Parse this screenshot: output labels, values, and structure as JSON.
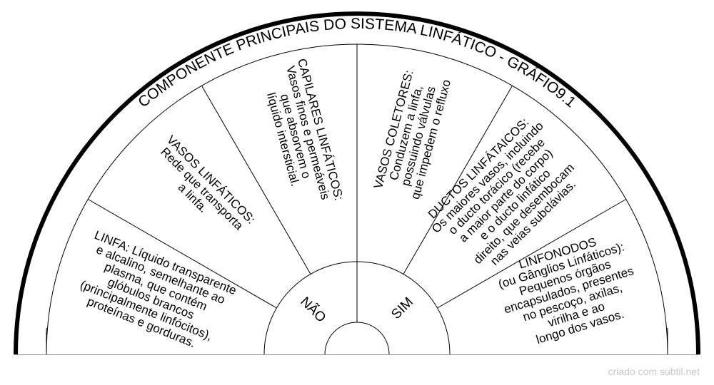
{
  "title": "COMPONENTE PRINCIPAIS DO SISTEMA LINFÁTICO - GRÁFIO9.1",
  "inner": {
    "left": "NÃO",
    "right": "SIM"
  },
  "sectors": [
    {
      "lines": [
        "LINFA: Líquido transparente",
        "e alcalino, semelhante ao",
        "plasma, que contém",
        "glóbulos brancos",
        "(principalmente linfócitos),",
        "proteínas e gorduras."
      ]
    },
    {
      "lines": [
        "VASOS LINFÁTICOS:",
        "Rede que transporta",
        "a linfa."
      ]
    },
    {
      "lines": [
        "CAPILARES LINFÁTICOS:",
        "Vasos finos e permeáveis",
        "que absorvem o",
        "líquido intersticial."
      ]
    },
    {
      "lines": [
        "VASOS COLETORES:",
        "Conduzem a linfa,",
        "possuindo válvulas",
        "que impedem o refluxo"
      ]
    },
    {
      "lines": [
        "DUCTOS LINFÁTAICOS:",
        "Os maiores vasos, incluindo",
        "o ducto torácico (recebe",
        "a maior parte do corpo)",
        "e o ducto linfático",
        "direito, que desembocam",
        "nas veias subclávias."
      ]
    },
    {
      "lines": [
        "LINFONODOS",
        "(ou Gânglios Linfáticos):",
        "Pequenos órgãos",
        "encapsulados, presentes",
        "no pescoço, axilas,",
        "virilha e ao",
        "longo dos vasos."
      ]
    }
  ],
  "credit": "criado com subtil.net"
}
